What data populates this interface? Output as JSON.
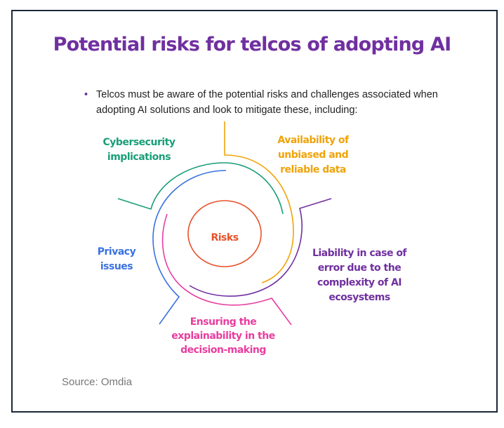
{
  "title": "Potential risks for telcos of adopting AI",
  "bullet": "Telcos must be aware of the potential risks and challenges associated when adopting AI solutions and look to mitigate these, including:",
  "bullet_symbol": "•",
  "diagram": {
    "center": "Risks",
    "items": [
      {
        "lines": [
          "Cybersecurity",
          "implications"
        ],
        "color": "#1a9e78"
      },
      {
        "lines": [
          "Availability of",
          "unbiased and",
          "reliable data"
        ],
        "color": "#f0a30a"
      },
      {
        "lines": [
          "Liability in case of",
          "error due to the",
          "complexity of AI",
          "ecosystems"
        ],
        "color": "#7030a0"
      },
      {
        "lines": [
          "Ensuring the",
          "explainability in the",
          "decision-making"
        ],
        "color": "#e83e9e"
      },
      {
        "lines": [
          "Privacy",
          "issues"
        ],
        "color": "#3a72e0"
      }
    ],
    "center_color": "#e8512a"
  },
  "source": "Source: Omdia"
}
